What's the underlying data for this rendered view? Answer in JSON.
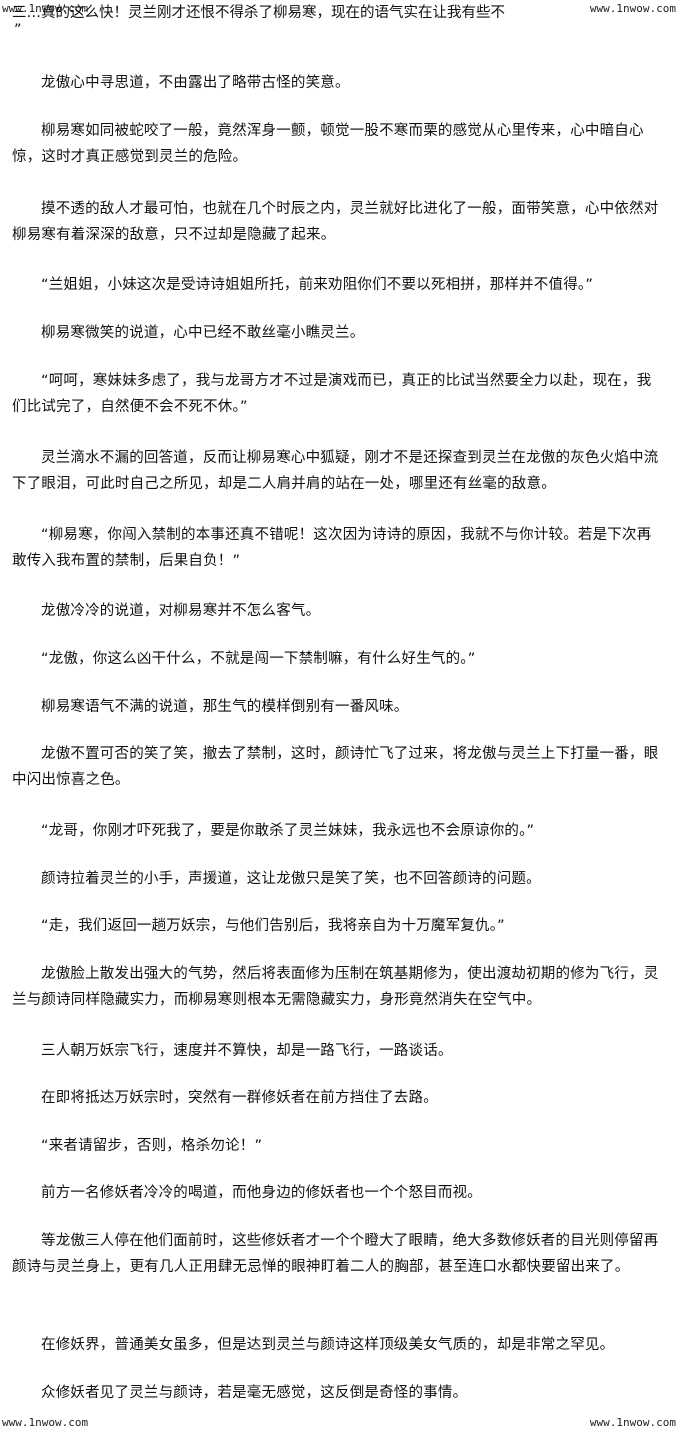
{
  "watermarks": {
    "top_left": "www.1nwow.com",
    "top_right": "www.1nwow.com",
    "bottom_left": "www.1nwow.com",
    "bottom_right": "www.1nwow.com"
  },
  "fragment_top": "三…真的这么快！灵兰刚才还恨不得杀了柳易寒，现在的语气实在让我有些不",
  "fragment_tail": "”",
  "paragraphs": [
    "龙傲心中寻思道，不由露出了略带古怪的笑意。",
    "柳易寒如同被蛇咬了一般，竟然浑身一颤，顿觉一股不寒而栗的感觉从心里传来，心中暗自心惊，这时才真正感觉到灵兰的危险。",
    "摸不透的敌人才最可怕，也就在几个时辰之内，灵兰就好比进化了一般，面带笑意，心中依然对柳易寒有着深深的敌意，只不过却是隐藏了起来。",
    "“兰姐姐，小妹这次是受诗诗姐姐所托，前来劝阻你们不要以死相拼，那样并不值得。”",
    "柳易寒微笑的说道，心中已经不敢丝毫小瞧灵兰。",
    "“呵呵，寒妹妹多虑了，我与龙哥方才不过是演戏而已，真正的比试当然要全力以赴，现在，我们比试完了，自然便不会不死不休。”",
    "灵兰滴水不漏的回答道，反而让柳易寒心中狐疑，刚才不是还探查到灵兰在龙傲的灰色火焰中流下了眼泪，可此时自己之所见，却是二人肩并肩的站在一处，哪里还有丝毫的敌意。",
    "“柳易寒，你闯入禁制的本事还真不错呢！这次因为诗诗的原因，我就不与你计较。若是下次再敢传入我布置的禁制，后果自负！”",
    "龙傲冷冷的说道，对柳易寒并不怎么客气。",
    "“龙傲，你这么凶干什么，不就是闯一下禁制嘛，有什么好生气的。”",
    "柳易寒语气不满的说道，那生气的模样倒别有一番风味。",
    "龙傲不置可否的笑了笑，撤去了禁制，这时，颜诗忙飞了过来，将龙傲与灵兰上下打量一番，眼中闪出惊喜之色。",
    "“龙哥，你刚才吓死我了，要是你敢杀了灵兰妹妹，我永远也不会原谅你的。”",
    "颜诗拉着灵兰的小手，声援道，这让龙傲只是笑了笑，也不回答颜诗的问题。",
    "“走，我们返回一趟万妖宗，与他们告别后，我将亲自为十万魔军复仇。”",
    "龙傲脸上散发出强大的气势，然后将表面修为压制在筑基期修为，使出渡劫初期的修为飞行，灵兰与颜诗同样隐藏实力，而柳易寒则根本无需隐藏实力，身形竟然消失在空气中。",
    "三人朝万妖宗飞行，速度并不算快，却是一路飞行，一路谈话。",
    "在即将抵达万妖宗时，突然有一群修妖者在前方挡住了去路。",
    "“来者请留步，否则，格杀勿论！”",
    "前方一名修妖者冷冷的喝道，而他身边的修妖者也一个个怒目而视。",
    "等龙傲三人停在他们面前时，这些修妖者才一个个瞪大了眼睛，绝大多数修妖者的目光则停留再颜诗与灵兰身上，更有几人正用肆无忌惮的眼神盯着二人的胸部，甚至连口水都快要留出来了。",
    "在修妖界，普通美女虽多，但是达到灵兰与颜诗这样顶级美女气质的，却是非常之罕见。",
    "众修妖者见了灵兰与颜诗，若是毫无感觉，这反倒是奇怪的事情。"
  ]
}
